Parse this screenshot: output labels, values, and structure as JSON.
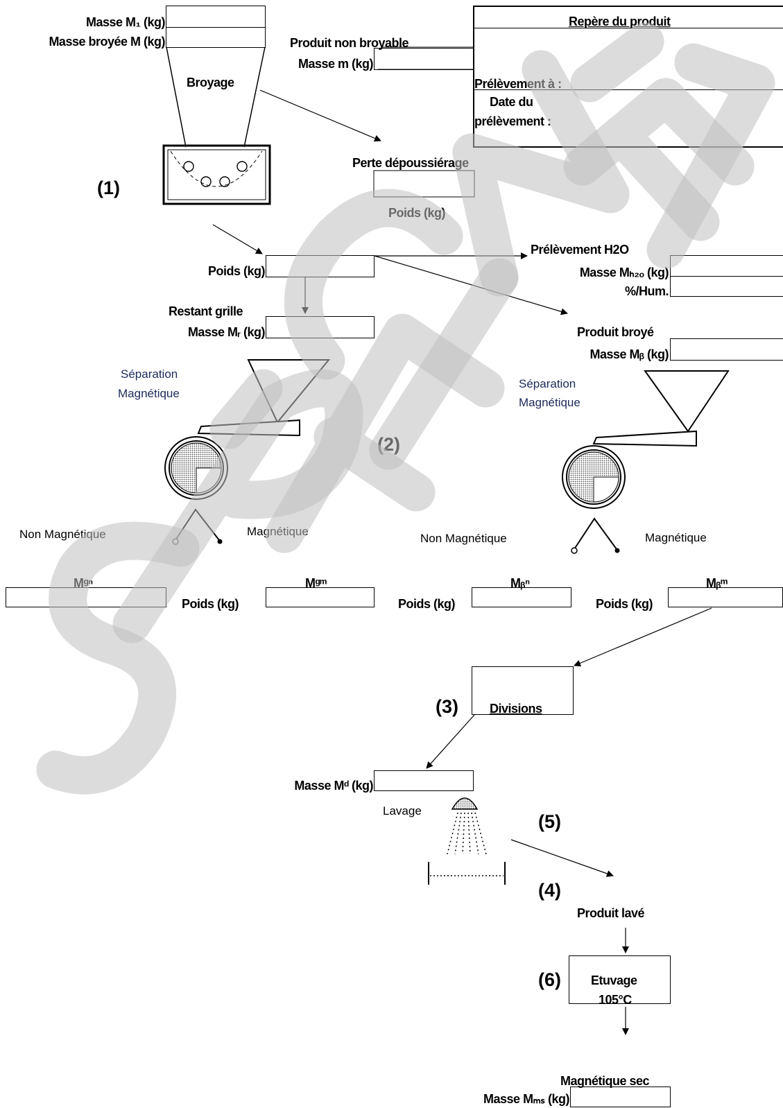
{
  "top": {
    "masse_m1": "Masse M₁ (kg)",
    "masse_broyee": "Masse broyée M (kg)",
    "broyage": "Broyage",
    "produit_non_broyable": "Produit non broyable",
    "masse_m": "Masse m (kg)",
    "perte_depoussierage": "Perte dépoussiérage",
    "poids_kg": "Poids (kg)",
    "step1": "(1)"
  },
  "product_box": {
    "title": "Repère du produit",
    "prelevement": "Prélèvement à :",
    "date_line1": "Date du",
    "date_line2": "prélèvement :"
  },
  "middle": {
    "poids_kg": "Poids (kg)",
    "prelevement_h2o": "Prélèvement H2O",
    "masse_mh2o": "Masse Mₕ₂ₒ (kg)",
    "hum": "%/Hum.",
    "restant_grille": "Restant grille",
    "masse_mr": "Masse Mᵣ (kg)",
    "produit_broye": "Produit broyé",
    "masse_mb": "Masse Mᵦ (kg)"
  },
  "separation": {
    "left_line1": "Séparation",
    "left_line2": "Magnétique",
    "right_line1": "Séparation",
    "right_line2": "Magnétique",
    "step2": "(2)",
    "non_magnetique_left": "Non Magnétique",
    "magnetique_left": "Magnétique",
    "non_magnetique_right": "Non Magnétique",
    "magnetique_right": "Magnétique"
  },
  "weights": {
    "m_gn": "Mᵍⁿ",
    "m_gm": "Mᵍᵐ",
    "m_bn": "Mᵦⁿ",
    "m_bm": "Mᵦᵐ",
    "poids1": "Poids (kg)",
    "poids2": "Poids (kg)",
    "poids3": "Poids (kg)"
  },
  "lower": {
    "step3": "(3)",
    "divisions": "Divisions",
    "masse_md": "Masse Mᵈ (kg)",
    "lavage": "Lavage",
    "step5": "(5)",
    "step4": "(4)",
    "produit_lave": "Produit lavé",
    "step6": "(6)",
    "etuvage": "Etuvage",
    "temp": "105°C",
    "magnetique_sec": "Magnétique sec",
    "masse_ms": "Masse Mₘₛ (kg)"
  },
  "watermark": "SPECIMEN"
}
